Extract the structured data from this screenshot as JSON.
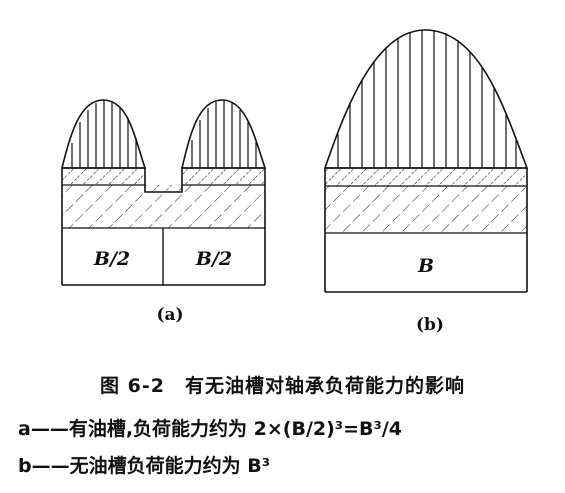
{
  "figure": {
    "part_a": {
      "left_label": "B/2",
      "right_label": "B/2",
      "caption": "(a)"
    },
    "part_b": {
      "label": "B",
      "caption": "(b)"
    }
  },
  "caption": {
    "title": "图 6-2　有无油槽对轴承负荷能力的影响",
    "legend_a_marker": "a",
    "legend_a_text": "——有油槽,负荷能力约为 2×(B/2)³=B³/4",
    "legend_b_marker": "b",
    "legend_b_text": "——无油槽负荷能力约为 B³"
  }
}
